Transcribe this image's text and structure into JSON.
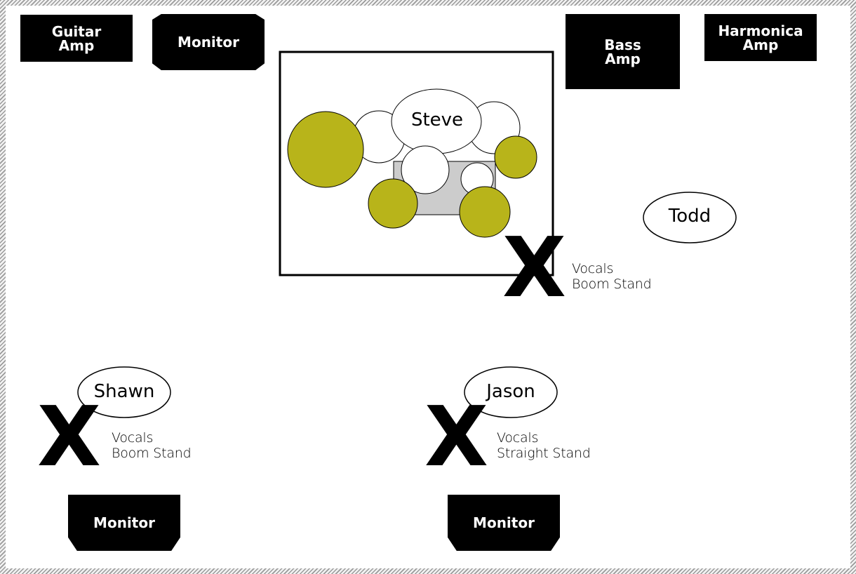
{
  "gear": {
    "guitar_amp": "Guitar\nAmp",
    "monitor_top": "Monitor",
    "bass_amp": "Bass\nAmp",
    "harmonica_amp": "Harmonica\nAmp",
    "monitor_left": "Monitor",
    "monitor_center": "Monitor"
  },
  "people": {
    "drummer": "Steve",
    "right": "Todd",
    "left": "Shawn",
    "center": "Jason"
  },
  "mic_positions": {
    "marker": "X",
    "todd_line1": "Vocals",
    "todd_line2": "Boom Stand",
    "shawn_line1": "Vocals",
    "shawn_line2": "Boom Stand",
    "jason_line1": "Vocals",
    "jason_line2": "Straight Stand"
  },
  "colors": {
    "gear_fill": "#000000",
    "cymbal_fill": "#b8b41a",
    "drum_fill": "#ffffff",
    "throne_fill": "#cccccc"
  }
}
